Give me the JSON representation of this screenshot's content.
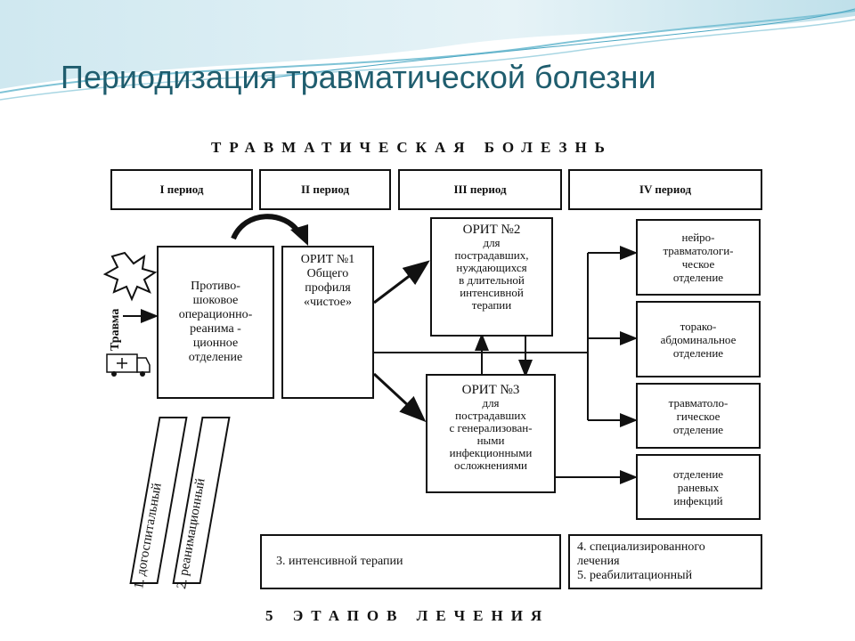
{
  "slide": {
    "title": "Периодизация травматической болезни"
  },
  "diagram": {
    "header": "ТРАВМАТИЧЕСКАЯ БОЛЕЗНЬ",
    "footer": "5 ЭТАПОВ ЛЕЧЕНИЯ",
    "periods": [
      "I период",
      "II период",
      "III период",
      "IV период"
    ],
    "trauma_label": "Травма",
    "boxes": {
      "antishock": "Противо-\nшоковое\nоперационно-\nреанима -\nционное\nотделение",
      "orit1": "ОРИТ №1\nОбщего\nпрофиля\n«чистое»",
      "orit2_title": "ОРИТ №2",
      "orit2_body": "для\nпострадавших,\nнуждающихся\nв длительной\nинтенсивной\nтерапии",
      "orit3_title": "ОРИТ №3",
      "orit3_body": "для\nпострадавших\nс генерализован-\nными\nинфекционными\nосложнениями",
      "neuro": "нейро-\nтравматологи-\nческое\nотделение",
      "thoraco": "торако-\nабдоминальное\nотделение",
      "trauma_dept": "травматоло-\nгическое\nотделение",
      "wound": "отделение\nраневых\nинфекций"
    },
    "stages": {
      "stage1": "1. догоспитальный",
      "stage2": "2. реанимационный",
      "stage3": "3. интенсивной терапии",
      "stage45": "4. специализированного\n   лечения\n5. реабилитационный"
    }
  }
}
